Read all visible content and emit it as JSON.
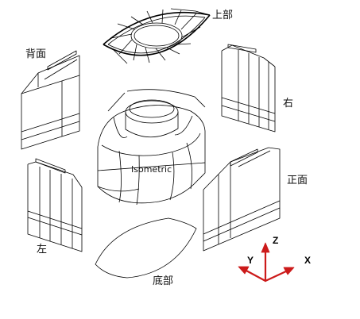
{
  "views": {
    "top": "上部",
    "back": "背面",
    "right": "右",
    "front": "正面",
    "left": "左",
    "bottom": "底部",
    "isometric": "Isometric"
  },
  "axes": {
    "z": "Z",
    "y": "Y",
    "x": "X"
  },
  "colors": {
    "line": "#000000",
    "axis": "#cc1a1a",
    "background": "#ffffff"
  }
}
